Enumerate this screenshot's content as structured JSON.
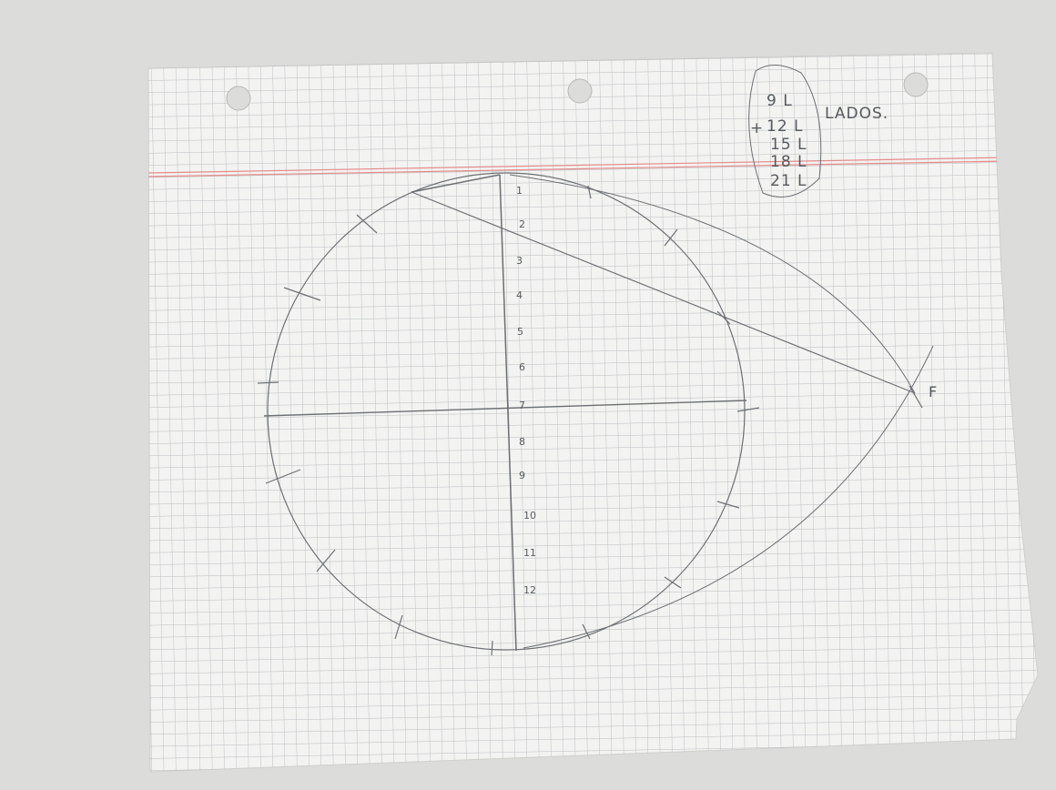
{
  "sheet": {
    "paper_color": "#f3f3f1",
    "grid_color": "#b9bcc0",
    "margin_line_color": "#e48b8b",
    "pencil_color": "#6b6f73"
  },
  "scale_numbers": [
    "1",
    "2",
    "3",
    "4",
    "5",
    "6",
    "7",
    "8",
    "9",
    "10",
    "11",
    "12"
  ],
  "note": {
    "items": [
      "9 L",
      "12 L",
      "15 L",
      "18 L",
      "21 L"
    ],
    "word": "LADOS.",
    "mark": "+"
  },
  "point_label": "F"
}
